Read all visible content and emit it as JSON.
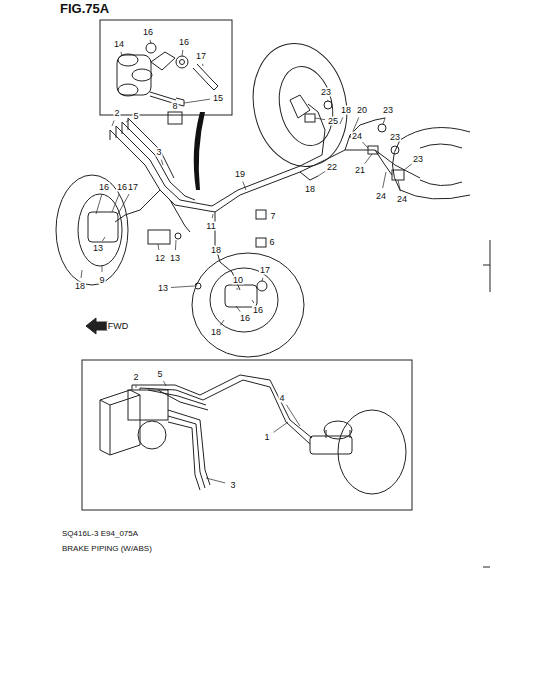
{
  "diagram": {
    "title": "FIG.75A",
    "caption": "BRAKE PIPING (W/ABS)",
    "labels": [
      "16",
      "14",
      "16",
      "17",
      "15",
      "2",
      "5",
      "8",
      "3",
      "16",
      "16",
      "17",
      "13",
      "18",
      "9",
      "12",
      "13",
      "11",
      "18",
      "7",
      "6",
      "19",
      "10",
      "17",
      "13",
      "18",
      "16",
      "16",
      "23",
      "18",
      "20",
      "25",
      "23",
      "24",
      "23",
      "23",
      "22",
      "21",
      "18",
      "24",
      "24",
      "2",
      "5",
      "4",
      "1",
      "3",
      "FWD",
      "SQ416L-3 E94_075A"
    ]
  }
}
